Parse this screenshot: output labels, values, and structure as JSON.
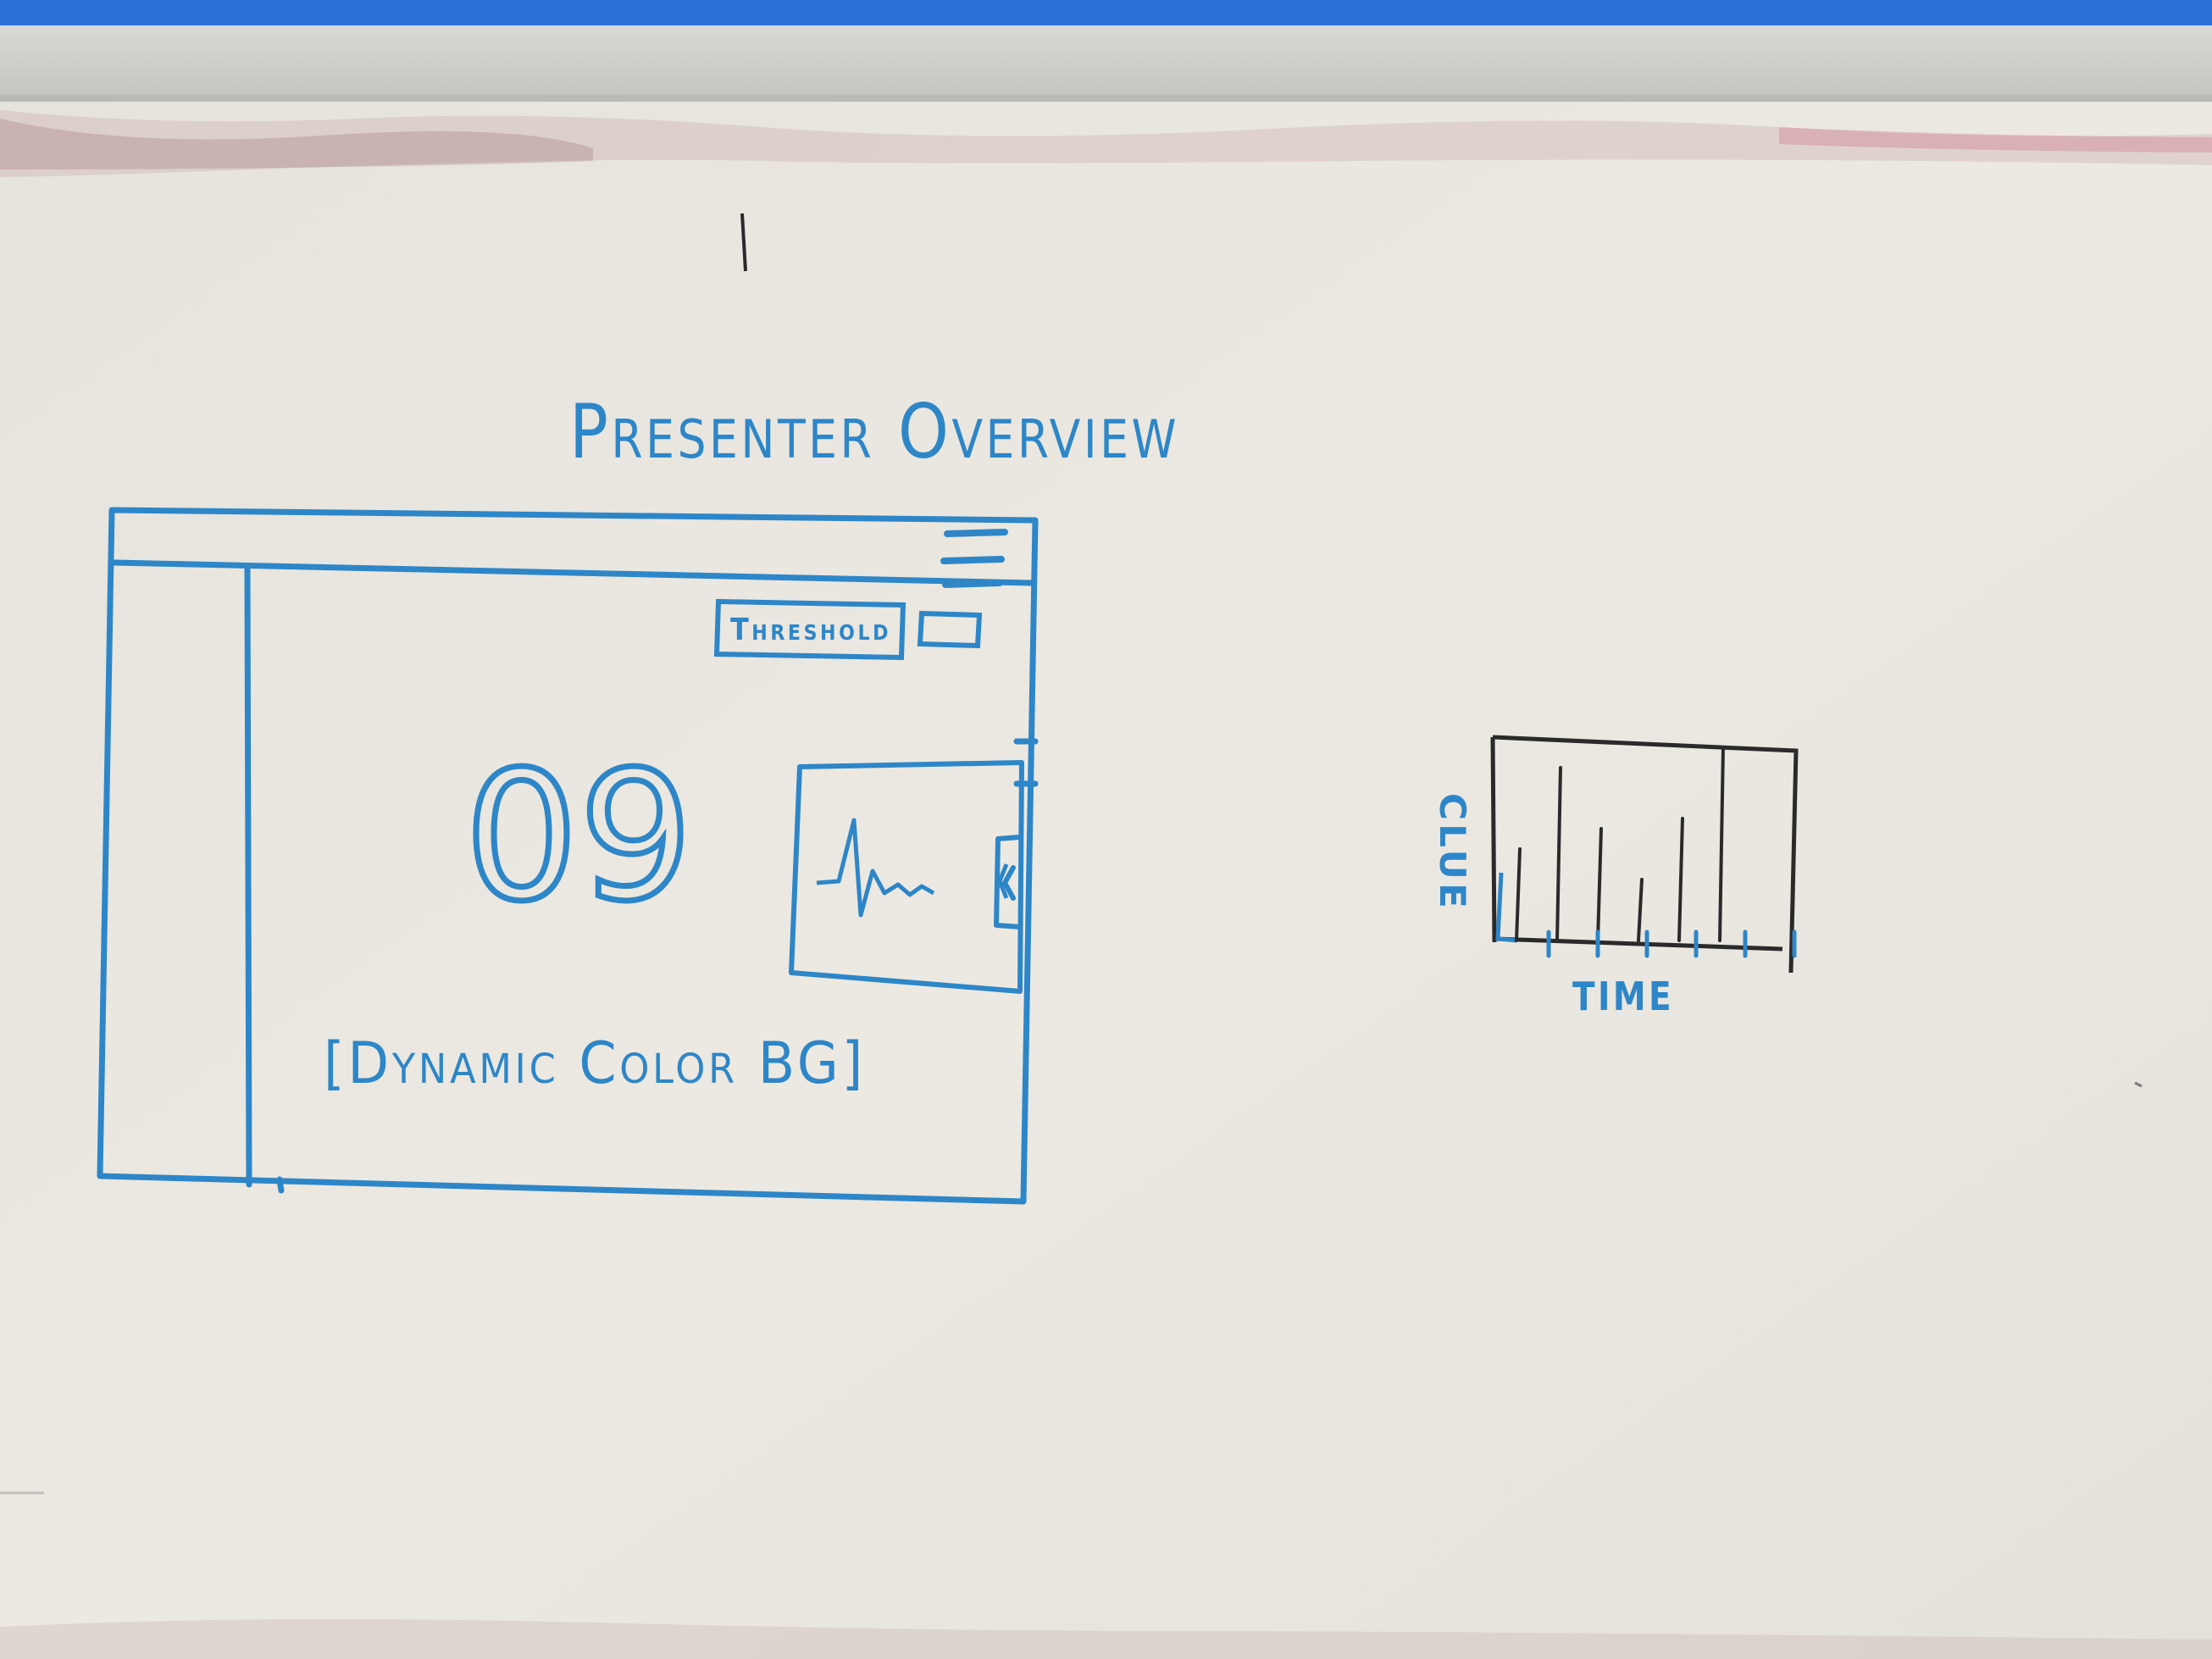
{
  "sketch": {
    "title": "Presenter Overview",
    "threshold_label": "Threshold",
    "counter_value": "09",
    "bg_note": "[Dynamic Color BG]"
  },
  "chart_data": {
    "type": "bar",
    "title": "",
    "xlabel": "TIME",
    "ylabel": "CLUE",
    "x_tick_count": 6,
    "values": [
      0.45,
      0.85,
      0.55,
      0.3,
      0.6,
      0.95
    ],
    "ylim": [
      0,
      1
    ],
    "grid": false
  },
  "colors": {
    "marker_blue": "#2d86c8",
    "marker_black": "#2a2a2a",
    "board": "#ebe8e1",
    "frame": "#cfd0cc",
    "wall_blue": "#2b6fd6"
  }
}
